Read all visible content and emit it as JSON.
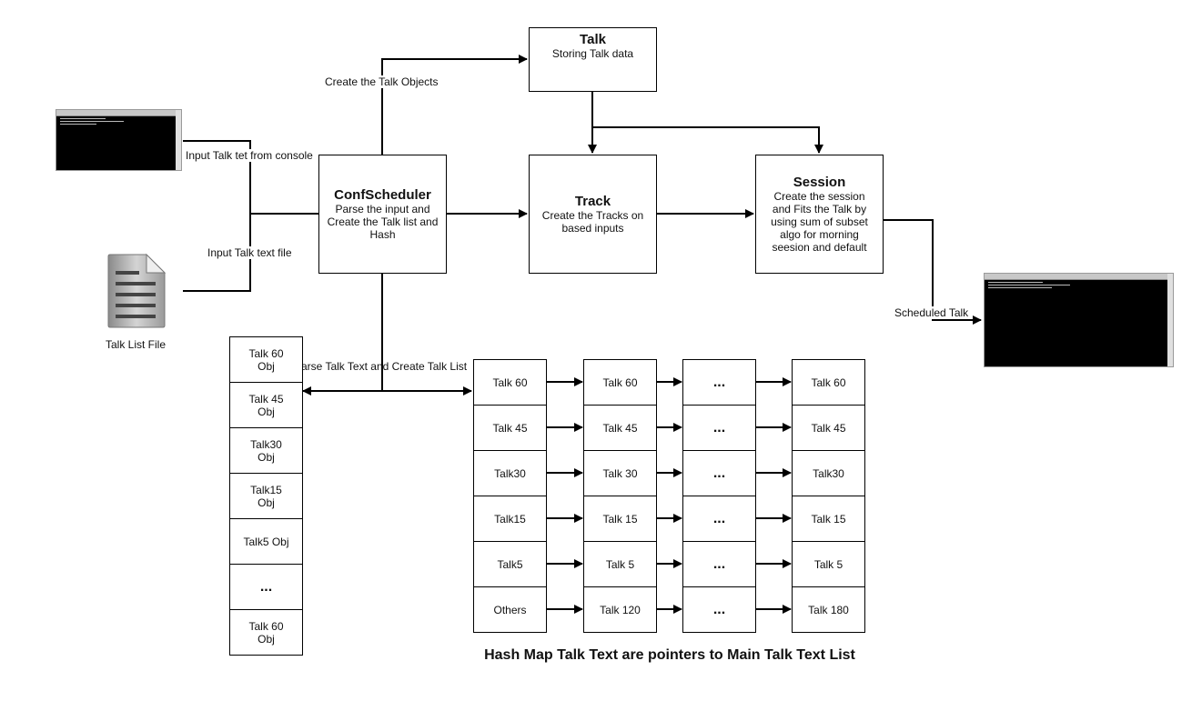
{
  "nodes": {
    "talk": {
      "title": "Talk",
      "desc": "Storing Talk data"
    },
    "conf": {
      "title": "ConfScheduler",
      "desc": "Parse the input and Create the Talk list and Hash"
    },
    "track": {
      "title": "Track",
      "desc": "Create the Tracks on based inputs"
    },
    "session": {
      "title": "Session",
      "desc": "Create the session and Fits the Talk by using sum of subset algo for morning seesion and default"
    }
  },
  "edge_labels": {
    "create_objects": "Create the Talk Objects",
    "input_console": "Input Talk tet from console",
    "input_file": "Input Talk text file",
    "parse_text": "Parse Talk Text and Create Talk List",
    "scheduled": "Scheduled Talk"
  },
  "file_label": "Talk List File",
  "talk_list": [
    "Talk 60 Obj",
    "Talk 45 Obj",
    "Talk30 Obj",
    "Talk15 Obj",
    "Talk5 Obj",
    "...",
    "Talk 60 Obj"
  ],
  "hash_map": {
    "col1": [
      "Talk 60",
      "Talk 45",
      "Talk30",
      "Talk15",
      "Talk5",
      "Others"
    ],
    "col2": [
      "Talk 60",
      "Talk 45",
      "Talk 30",
      "Talk 15",
      "Talk 5",
      "Talk 120"
    ],
    "col3": [
      "...",
      "...",
      "...",
      "...",
      "...",
      "..."
    ],
    "col4": [
      "Talk 60",
      "Talk 45",
      "Talk30",
      "Talk 15",
      "Talk 5",
      "Talk 180"
    ]
  },
  "caption": "Hash Map Talk Text are pointers to Main Talk Text List",
  "icons": {
    "console": "console-window-icon",
    "file": "document-file-icon"
  }
}
